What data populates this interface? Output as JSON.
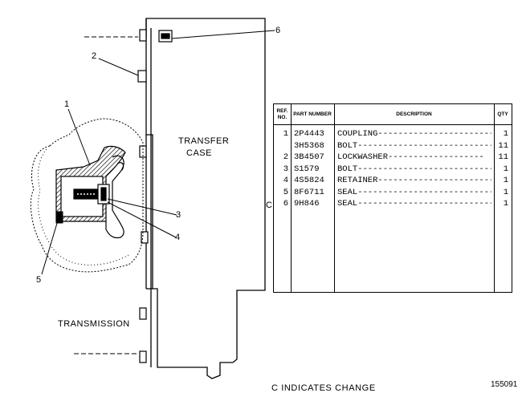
{
  "labels": {
    "transfer_case_line1": "TRANSFER",
    "transfer_case_line2": "CASE",
    "transmission": "TRANSMISSION"
  },
  "callouts": [
    "1",
    "2",
    "3",
    "4",
    "5",
    "6"
  ],
  "table": {
    "headers": {
      "ref": "REF. NO.",
      "part": "PART NUMBER",
      "description": "DESCRIPTION",
      "qty": "QTY"
    },
    "rows": [
      {
        "change": "",
        "ref": "1",
        "part": "2P4443",
        "description": "COUPLING-----------------------",
        "qty": "1"
      },
      {
        "change": "",
        "ref": "",
        "part": "3H5368",
        "description": "BOLT-----------------------------",
        "qty": "11"
      },
      {
        "change": "",
        "ref": "2",
        "part": "3B4507",
        "description": "LOCKWASHER-------------------",
        "qty": "11"
      },
      {
        "change": "",
        "ref": "3",
        "part": "S1579",
        "description": "BOLT-----------------------------",
        "qty": "1"
      },
      {
        "change": "",
        "ref": "4",
        "part": "4S5824",
        "description": "RETAINER-----------------------",
        "qty": "1"
      },
      {
        "change": "",
        "ref": "5",
        "part": "8F6711",
        "description": "SEAL-----------------------------",
        "qty": "1"
      },
      {
        "change": "C",
        "ref": "6",
        "part": "9H846",
        "description": "SEAL-----------------------------",
        "qty": "1"
      }
    ]
  },
  "footer": {
    "change_note": "C INDICATES CHANGE",
    "illustration_number": "155091"
  }
}
